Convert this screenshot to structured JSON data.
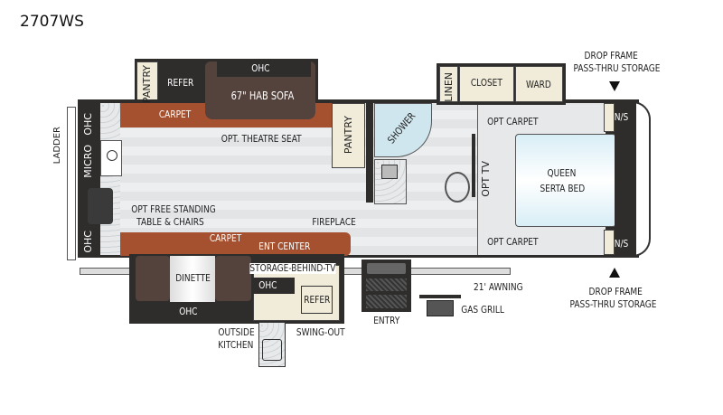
{
  "title": "2707WS",
  "labels": {
    "pantry_top": "PANTRY",
    "refer_top": "REFER",
    "ohc_sofa": "OHC",
    "sofa": "67\" HAB SOFA",
    "carpet_top": "CARPET",
    "ohc_left_top": "OHC",
    "micro": "MICRO",
    "ohc_left_bottom": "OHC",
    "ladder": "LADDER",
    "theatre": "OPT. THEATRE SEAT",
    "table": "OPT FREE STANDING",
    "table2": "TABLE & CHAIRS",
    "fireplace": "FIREPLACE",
    "carpet_bottom": "CARPET",
    "ent_center": "ENT CENTER",
    "storage_tv": "STORAGE-BEHIND-TV",
    "dinette": "DINETTE",
    "ohc_dinette": "OHC",
    "ohc_kitchen": "OHC",
    "refer_out": "REFER",
    "outside_kitchen": "OUTSIDE",
    "outside_kitchen2": "KITCHEN",
    "swing_out": "SWING-OUT",
    "pantry_mid": "PANTRY",
    "shower": "SHOWER",
    "linen": "LINEN",
    "closet": "CLOSET",
    "ward": "WARD",
    "opt_tv": "OPT TV",
    "opt_carpet_top": "OPT CARPET",
    "opt_carpet_bottom": "OPT CARPET",
    "bed": "QUEEN",
    "bed2": "SERTA BED",
    "ns_top": "N/S",
    "ns_bottom": "N/S",
    "drop_top": "DROP FRAME",
    "drop_top2": "PASS-THRU STORAGE",
    "drop_bottom": "DROP FRAME",
    "drop_bottom2": "PASS-THRU STORAGE",
    "awning": "21' AWNING",
    "entry": "ENTRY",
    "grill": "GAS GRILL"
  },
  "colors": {
    "carpet": "#a5512f",
    "wall": "#2f2d2c",
    "cabinet": "#f1ecd9",
    "bed": "#d8eef6"
  }
}
